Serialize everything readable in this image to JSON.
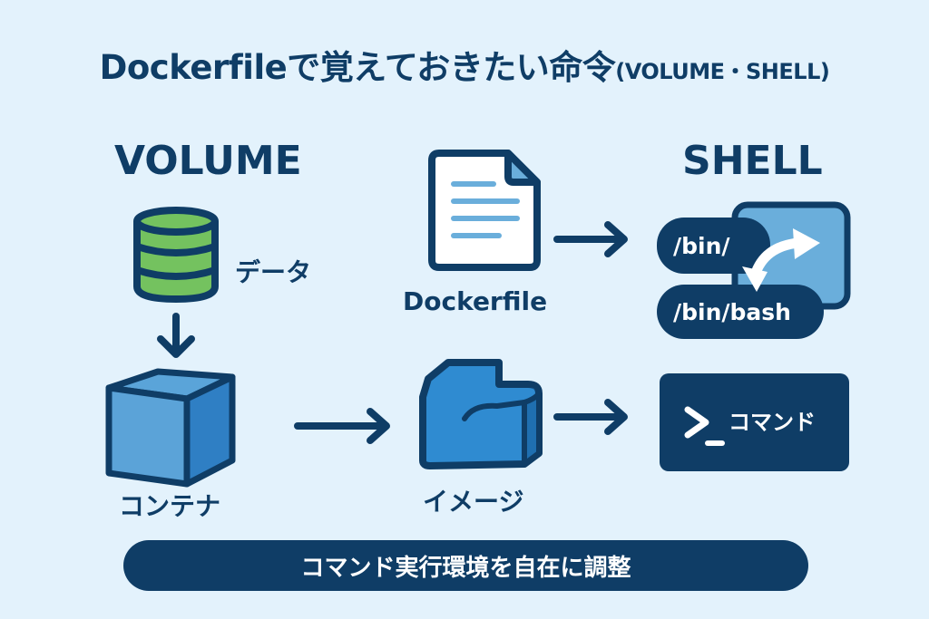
{
  "title": {
    "main": "Dockerfileで覚えておきたい命令",
    "sub": "(VOLUME・SHELL)"
  },
  "volume": {
    "heading": "VOLUME",
    "data_label": "データ",
    "container_label": "コンテナ"
  },
  "center": {
    "dockerfile_label": "Dockerfile",
    "image_label": "イメージ"
  },
  "shell": {
    "heading": "SHELL",
    "old_shell": "/bin/",
    "new_shell": "/bin/bash",
    "command_label": "コマンド"
  },
  "banner": {
    "text": "コマンド実行環境を自在に調整"
  },
  "colors": {
    "background": "#e3f2fc",
    "navy": "#0f3d66",
    "green": "#74c25f",
    "blue": "#2f8bd1",
    "light_blue": "#6aaedb"
  }
}
